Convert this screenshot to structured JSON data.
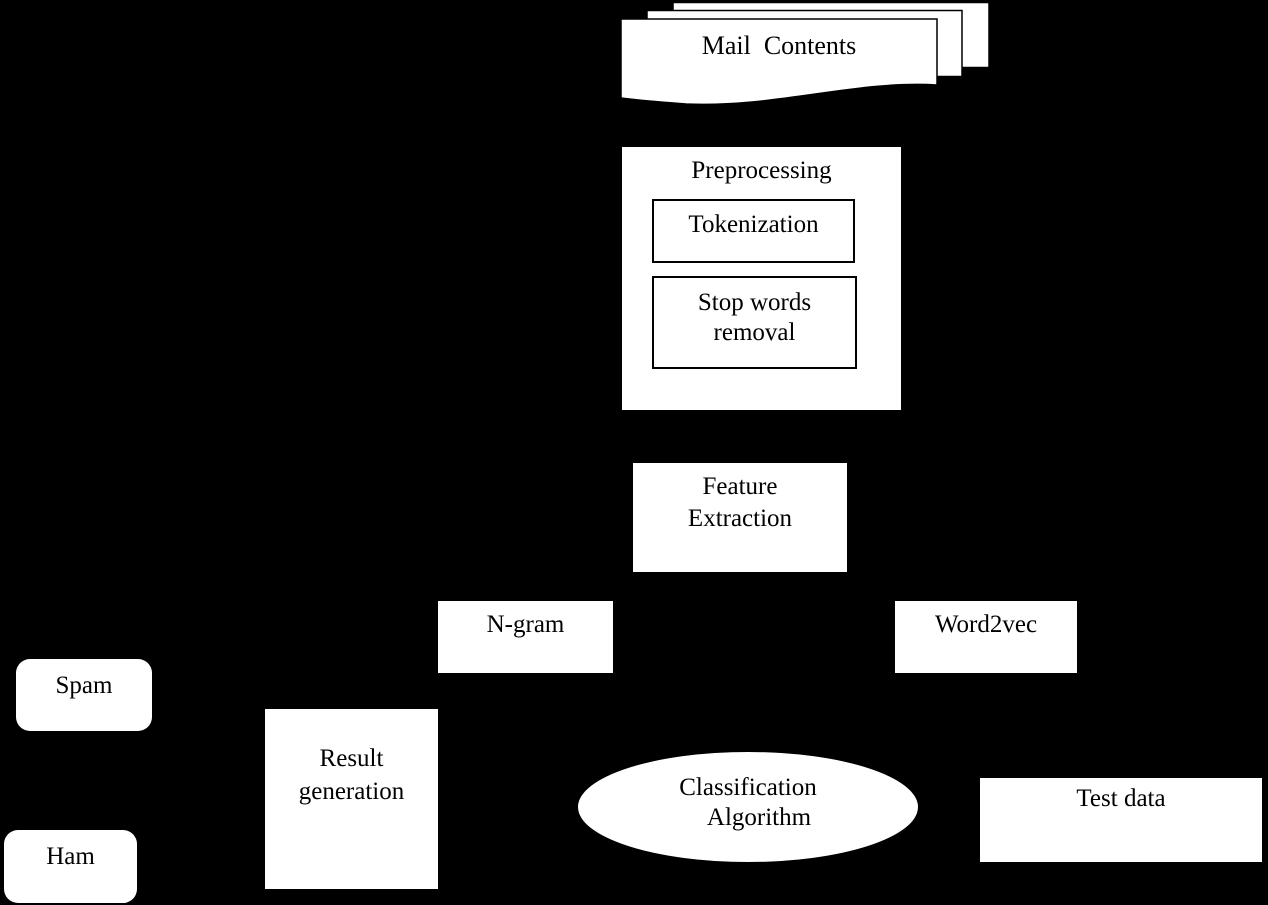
{
  "diagram": {
    "background_color": "#000000",
    "node_fill_color": "#ffffff",
    "node_text_color": "#000000",
    "nodes": {
      "mail_contents": {
        "label": "Mail  Contents",
        "shape": "stacked-documents"
      },
      "preprocessing": {
        "title": "Preprocessing",
        "shape": "rectangle"
      },
      "tokenization": {
        "label": "Tokenization",
        "shape": "rectangle"
      },
      "stop_words_removal": {
        "line1": "Stop words",
        "line2": "removal",
        "shape": "rectangle"
      },
      "feature_extraction": {
        "line1": "Feature",
        "line2": "Extraction",
        "shape": "rectangle"
      },
      "n_gram": {
        "label": "N-gram",
        "shape": "rectangle"
      },
      "word2vec": {
        "label": "Word2vec",
        "shape": "rectangle"
      },
      "spam": {
        "label": "Spam",
        "shape": "rounded-rectangle"
      },
      "ham": {
        "label": "Ham",
        "shape": "rounded-rectangle"
      },
      "result_generation": {
        "line1": "Result",
        "line2": "generation",
        "shape": "rectangle"
      },
      "classification_algorithm": {
        "line1": "Classification",
        "line2": "Algorithm",
        "shape": "ellipse"
      },
      "test_data": {
        "label": "Test data",
        "shape": "rectangle"
      }
    }
  }
}
